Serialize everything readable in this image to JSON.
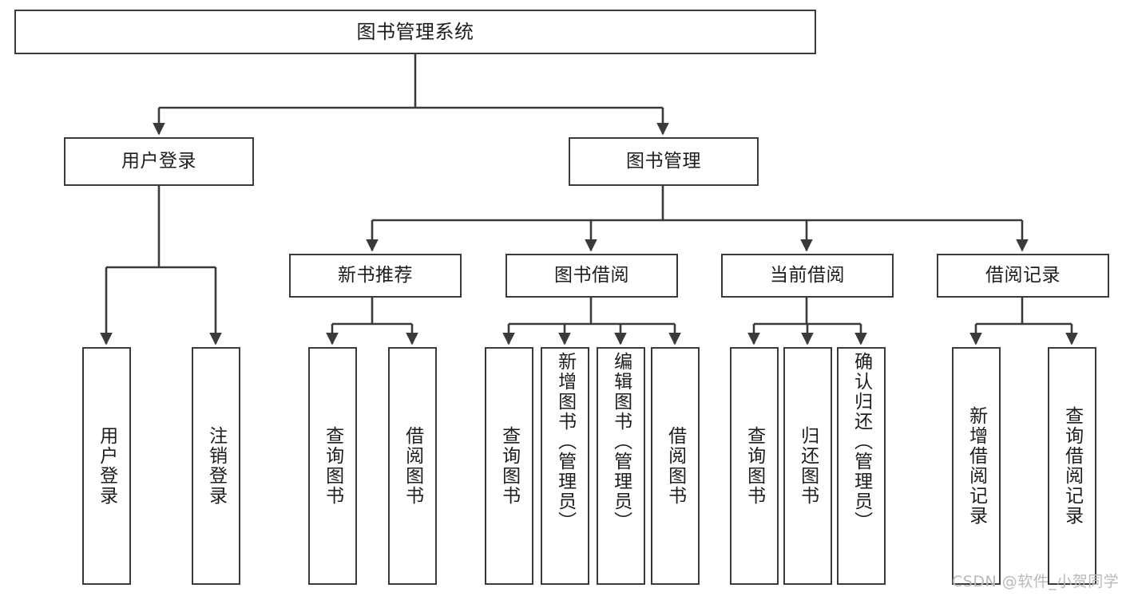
{
  "diagram": {
    "type": "tree-hierarchy",
    "title": "图书管理系统",
    "watermark": "CSDN @软件_小贺同学",
    "colors": {
      "box_border": "#3a3a3a",
      "box_fill": "#ffffff",
      "edge": "#3a3a3a",
      "text": "#1d1d1d",
      "watermark": "#b9b9b9",
      "background": "#ffffff"
    },
    "nodes": {
      "root": {
        "label": "图书管理系统"
      },
      "level1": [
        {
          "id": "user-login",
          "label": "用户登录"
        },
        {
          "id": "book-management",
          "label": "图书管理"
        }
      ],
      "level2": [
        {
          "id": "new-book-recommend",
          "label": "新书推荐"
        },
        {
          "id": "book-borrow",
          "label": "图书借阅"
        },
        {
          "id": "current-borrow",
          "label": "当前借阅"
        },
        {
          "id": "borrow-record",
          "label": "借阅记录"
        }
      ],
      "leaves": {
        "user_login": [
          {
            "id": "leaf-user-login",
            "label": "用户登录"
          },
          {
            "id": "leaf-user-logout",
            "label": "注销登录"
          }
        ],
        "new_book_recommend": [
          {
            "id": "leaf-query-book-1",
            "label": "查询图书"
          },
          {
            "id": "leaf-borrow-book-1",
            "label": "借阅图书"
          }
        ],
        "book_borrow": [
          {
            "id": "leaf-query-book-2",
            "label": "查询图书"
          },
          {
            "id": "leaf-add-book",
            "label": "新增图书（管理员）"
          },
          {
            "id": "leaf-edit-book",
            "label": "编辑图书（管理员）"
          },
          {
            "id": "leaf-borrow-book-2",
            "label": "借阅图书"
          }
        ],
        "current_borrow": [
          {
            "id": "leaf-query-book-3",
            "label": "查询图书"
          },
          {
            "id": "leaf-return-book",
            "label": "归还图书"
          },
          {
            "id": "leaf-confirm-return",
            "label": "确认归还（管理员）"
          }
        ],
        "borrow_record": [
          {
            "id": "leaf-add-record",
            "label": "新增借阅记录"
          },
          {
            "id": "leaf-query-record",
            "label": "查询借阅记录"
          }
        ]
      }
    },
    "edges": [
      {
        "from": "图书管理系统",
        "to": "用户登录"
      },
      {
        "from": "图书管理系统",
        "to": "图书管理"
      },
      {
        "from": "用户登录",
        "to": "用户登录"
      },
      {
        "from": "用户登录",
        "to": "注销登录"
      },
      {
        "from": "图书管理",
        "to": "新书推荐"
      },
      {
        "from": "图书管理",
        "to": "图书借阅"
      },
      {
        "from": "图书管理",
        "to": "当前借阅"
      },
      {
        "from": "图书管理",
        "to": "借阅记录"
      },
      {
        "from": "新书推荐",
        "to": "查询图书"
      },
      {
        "from": "新书推荐",
        "to": "借阅图书"
      },
      {
        "from": "图书借阅",
        "to": "查询图书"
      },
      {
        "from": "图书借阅",
        "to": "新增图书（管理员）"
      },
      {
        "from": "图书借阅",
        "to": "编辑图书（管理员）"
      },
      {
        "from": "图书借阅",
        "to": "借阅图书"
      },
      {
        "from": "当前借阅",
        "to": "查询图书"
      },
      {
        "from": "当前借阅",
        "to": "归还图书"
      },
      {
        "from": "当前借阅",
        "to": "确认归还（管理员）"
      },
      {
        "from": "借阅记录",
        "to": "新增借阅记录"
      },
      {
        "from": "借阅记录",
        "to": "查询借阅记录"
      }
    ]
  }
}
